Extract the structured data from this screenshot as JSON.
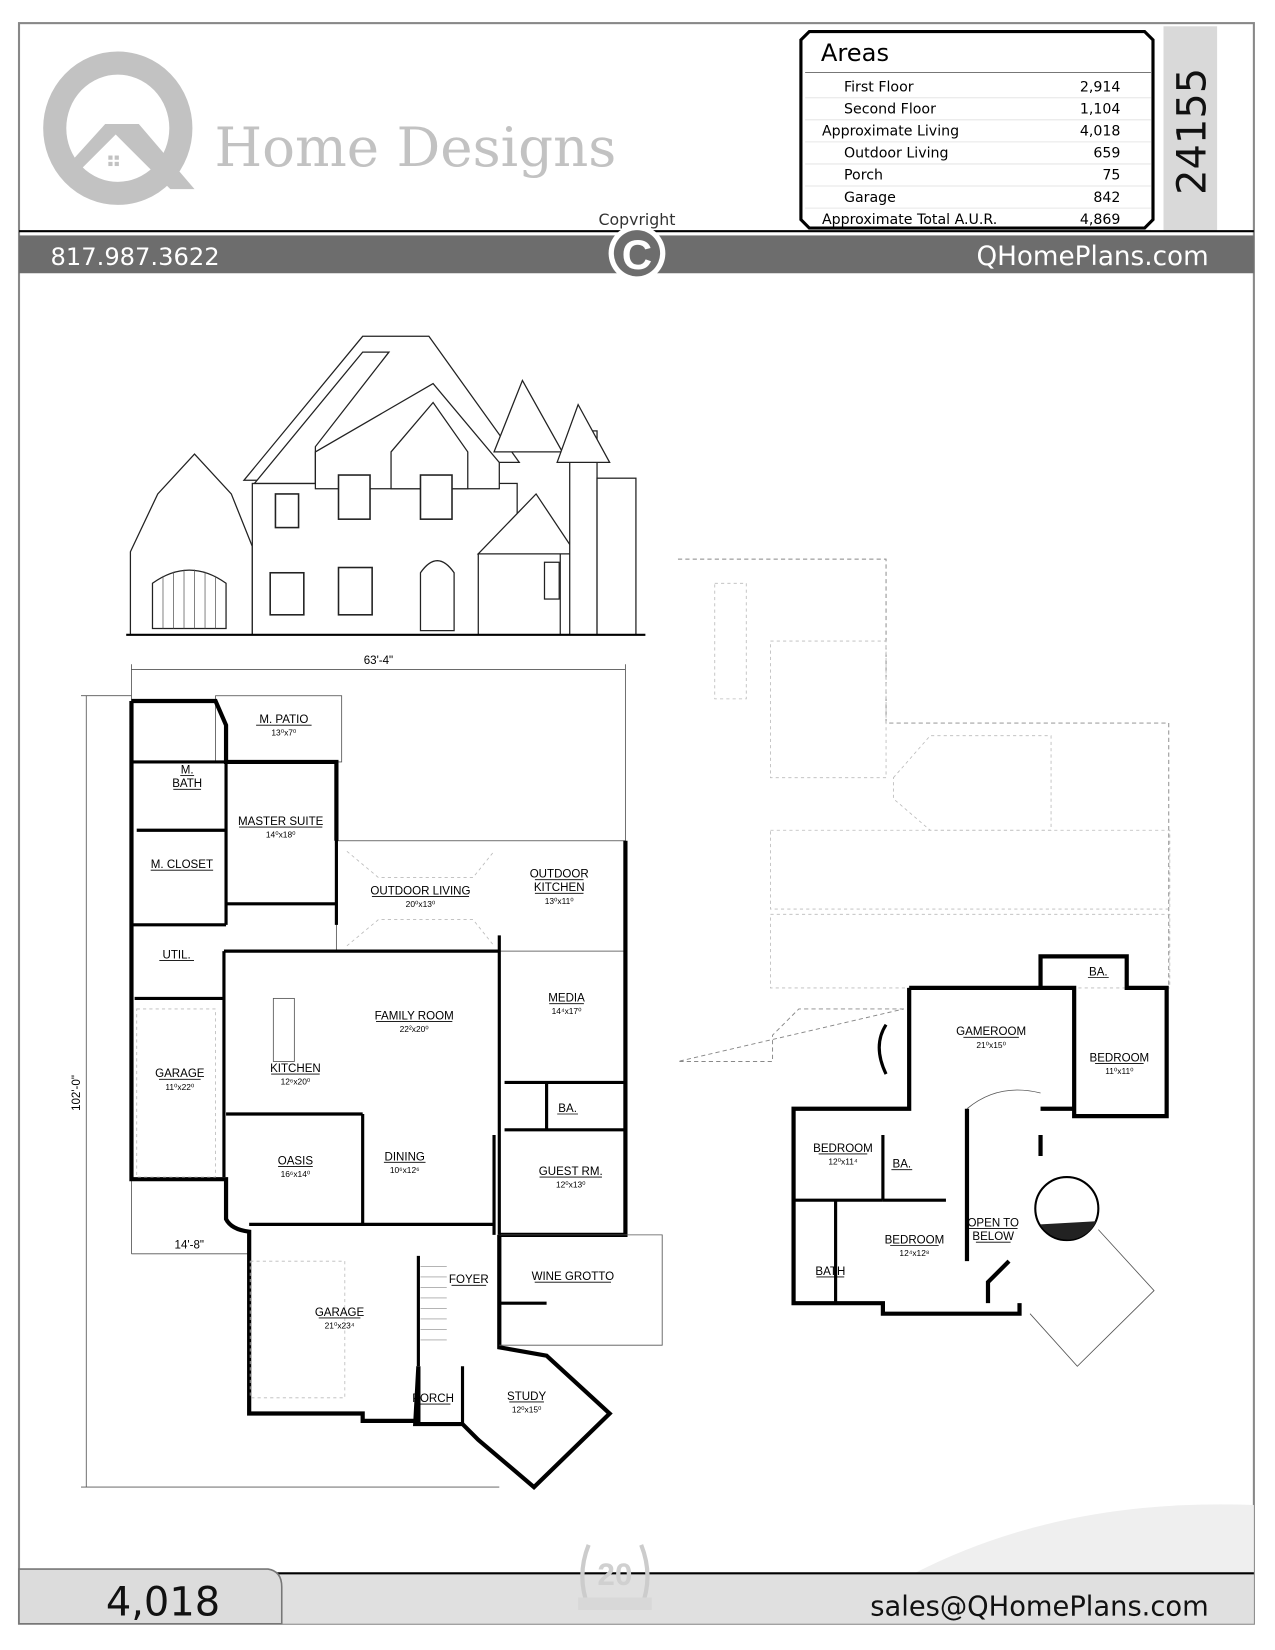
{
  "header": {
    "logo_text": "Home Designs",
    "phone": "817.987.3622",
    "website": "QHomePlans.com",
    "copyright_label": "Copyright",
    "copyright_symbol": "C",
    "plan_number": "24155"
  },
  "areas": {
    "title": "Areas",
    "rows": [
      {
        "label": "First Floor",
        "value": "2,914",
        "indent": true
      },
      {
        "label": "Second Floor",
        "value": "1,104",
        "indent": true
      },
      {
        "label": "Approximate Living",
        "value": "4,018",
        "indent": false
      },
      {
        "label": "Outdoor Living",
        "value": "659",
        "indent": true
      },
      {
        "label": "Porch",
        "value": "75",
        "indent": true
      },
      {
        "label": "Garage",
        "value": "842",
        "indent": true
      },
      {
        "label": "Approximate Total A.U.R.",
        "value": "4,869",
        "indent": false
      }
    ]
  },
  "first_floor": {
    "dimensions": {
      "width": "63'-4\"",
      "depth": "102'-0\"",
      "garage_offset": "14'-8\""
    },
    "rooms": [
      {
        "name": [
          "M. PATIO"
        ],
        "size": "13⁰x7⁰"
      },
      {
        "name": [
          "M.",
          "BATH"
        ],
        "size": ""
      },
      {
        "name": [
          "MASTER SUITE"
        ],
        "size": "14⁰x18⁰"
      },
      {
        "name": [
          "M. CLOSET"
        ],
        "size": ""
      },
      {
        "name": [
          "OUTDOOR LIVING"
        ],
        "size": "20⁰x13⁰"
      },
      {
        "name": [
          "OUTDOOR",
          "KITCHEN"
        ],
        "size": "13⁰x11⁰"
      },
      {
        "name": [
          "UTIL."
        ],
        "size": ""
      },
      {
        "name": [
          "FAMILY ROOM"
        ],
        "size": "22²x20⁰"
      },
      {
        "name": [
          "MEDIA"
        ],
        "size": "14⁴x17⁰"
      },
      {
        "name": [
          "GARAGE"
        ],
        "size": "11⁰x22⁰"
      },
      {
        "name": [
          "KITCHEN"
        ],
        "size": "12⁶x20⁰"
      },
      {
        "name": [
          "BA."
        ],
        "size": ""
      },
      {
        "name": [
          "OASIS"
        ],
        "size": "16⁶x14⁰"
      },
      {
        "name": [
          "DINING"
        ],
        "size": "10⁶x12⁶"
      },
      {
        "name": [
          "GUEST RM."
        ],
        "size": "12⁰x13⁰"
      },
      {
        "name": [
          "FOYER"
        ],
        "size": ""
      },
      {
        "name": [
          "WINE GROTTO"
        ],
        "size": ""
      },
      {
        "name": [
          "GARAGE"
        ],
        "size": "21⁰x23⁴"
      },
      {
        "name": [
          "PORCH"
        ],
        "size": ""
      },
      {
        "name": [
          "STUDY"
        ],
        "size": "12⁰x15⁰"
      }
    ]
  },
  "second_floor": {
    "rooms": [
      {
        "name": [
          "GAMEROOM"
        ],
        "size": "21⁰x15⁰"
      },
      {
        "name": [
          "BA."
        ],
        "size": ""
      },
      {
        "name": [
          "BEDROOM"
        ],
        "size": "11⁰x11⁰"
      },
      {
        "name": [
          "BEDROOM"
        ],
        "size": "12⁰x11⁴"
      },
      {
        "name": [
          "BA."
        ],
        "size": ""
      },
      {
        "name": [
          "OPEN TO",
          "BELOW"
        ],
        "size": ""
      },
      {
        "name": [
          "BEDROOM"
        ],
        "size": "12⁴x12⁸"
      },
      {
        "name": [
          "BATH"
        ],
        "size": ""
      }
    ]
  },
  "footer": {
    "square_feet": "4,018",
    "email": "sales@QHomePlans.com",
    "badge_number": "20"
  },
  "colors": {
    "header_bar": "#6d6d6d",
    "footer_bar": "#e0e0e0",
    "logo_gray": "#c2c2c2",
    "plan_number_box": "#d9d9d9"
  }
}
